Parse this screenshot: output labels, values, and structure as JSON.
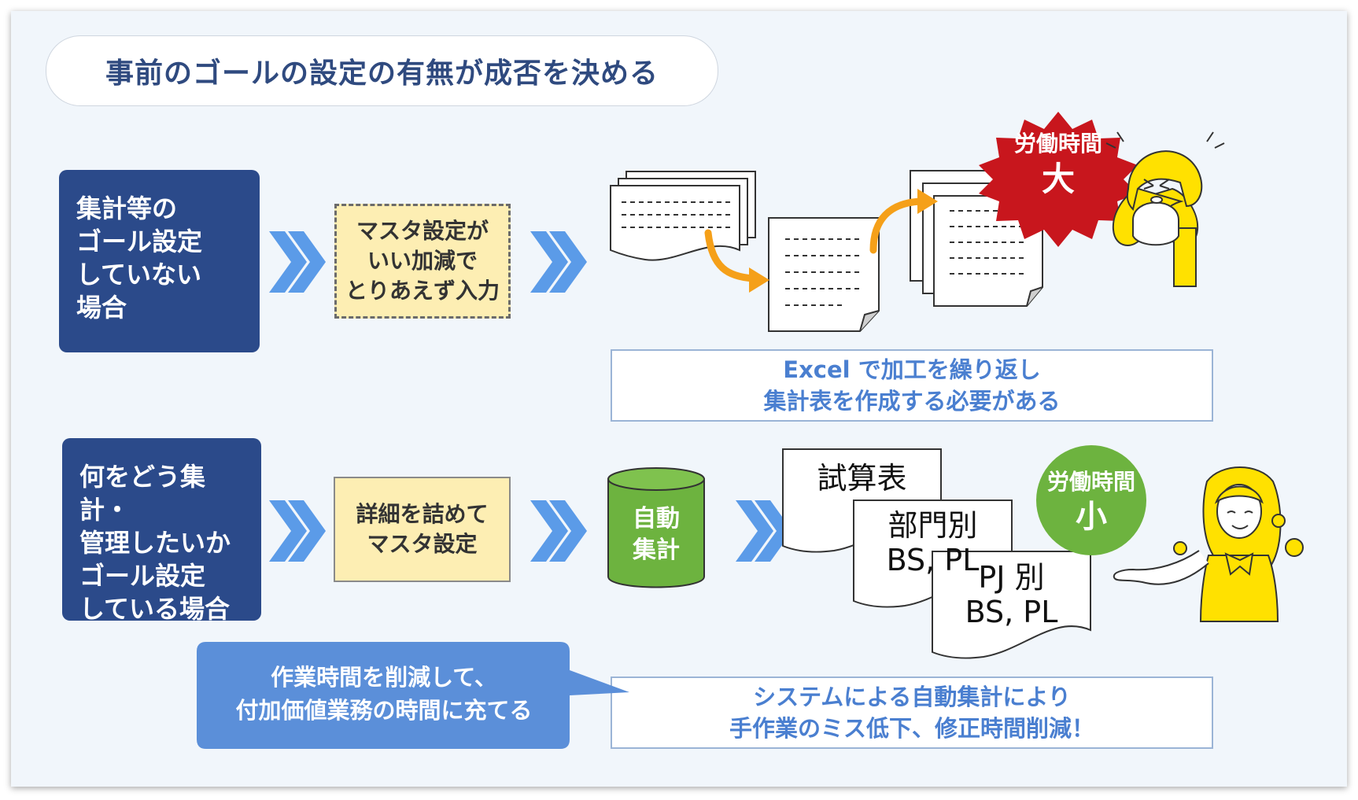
{
  "title": "事前のゴールの設定の有無が成否を決める",
  "case1": {
    "label": "集計等の\nゴール設定\nしていない\n場合",
    "step": "マスタ設定が\nいい加減で\nとりあえず入力",
    "badge_top": "労働時間",
    "badge_bottom": "大",
    "note": "Excel で加工を繰り返し\n集計表を作成する必要がある"
  },
  "case2": {
    "label": "何をどう集計・\n管理したいか\nゴール設定\nしている場合",
    "step": "詳細を詰めて\nマスタ設定",
    "db_label": "自動\n集計",
    "doc1": "試算表",
    "doc2": "部門別\nBS, PL",
    "doc3": "PJ 別\nBS, PL",
    "badge_top": "労働時間",
    "badge_bottom": "小",
    "note": "システムによる自動集計により\n手作業のミス低下、修正時間削減！",
    "callout": "作業時間を削減して、\n付加価値業務の時間に充てる"
  },
  "colors": {
    "navy": "#2b4a8a",
    "blue_text": "#4a7fd0",
    "yellow_box": "#fdeeb3",
    "red_badge": "#c8161d",
    "green": "#6db33f",
    "orange_arrow": "#f5a019",
    "callout_blue": "#5b8fd9"
  }
}
